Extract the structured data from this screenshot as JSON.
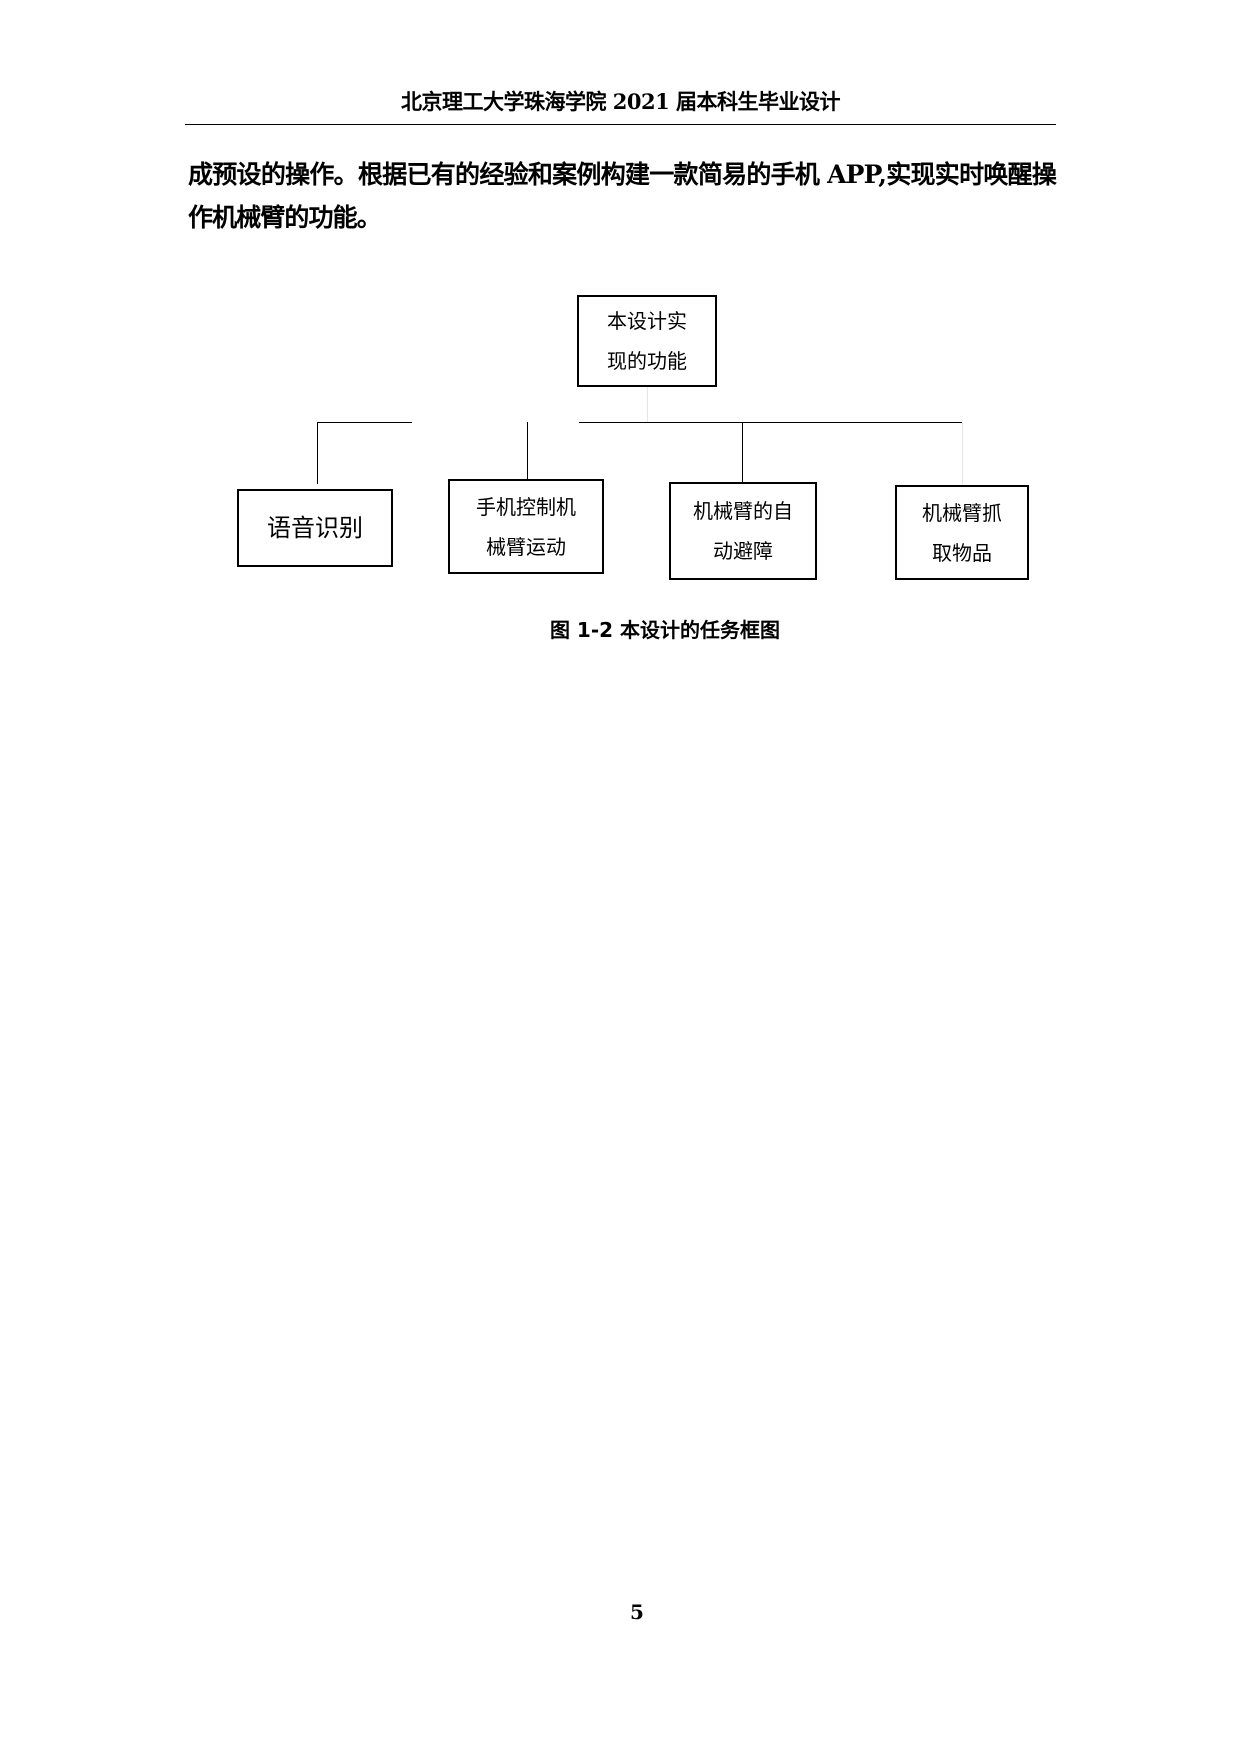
{
  "header": {
    "title": "北京理工大学珠海学院 2021 届本科生毕业设计"
  },
  "body": {
    "lines": [
      "成预设的操作。根据已有的经验和案例构建一款简易的手机 APP,实现实时唤醒操",
      "作机械臂的功能。"
    ]
  },
  "diagram": {
    "root": {
      "lines": [
        "本设计实",
        "现的功能"
      ]
    },
    "children": [
      {
        "lines": [
          "语音识别"
        ]
      },
      {
        "lines": [
          "手机控制机",
          "械臂运动"
        ]
      },
      {
        "lines": [
          "机械臂的自",
          "动避障"
        ]
      },
      {
        "lines": [
          "机械臂抓",
          "取物品"
        ]
      }
    ],
    "caption": "图 1-2  本设计的任务框图"
  },
  "footer": {
    "page_number": "5"
  }
}
